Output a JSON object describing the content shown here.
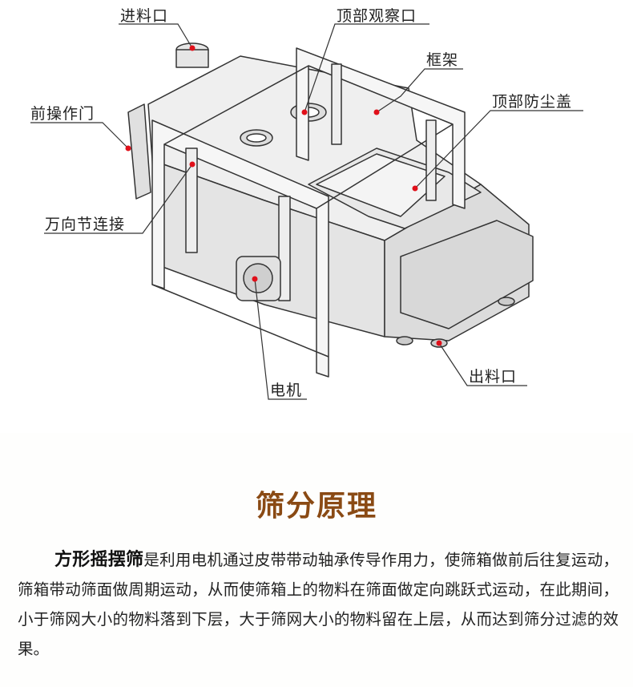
{
  "diagram": {
    "labels": {
      "feed_inlet": "进料口",
      "top_inspection_port": "顶部观察口",
      "frame": "框架",
      "top_dust_cover": "顶部防尘盖",
      "front_access_door": "前操作门",
      "universal_joint": "万向节连接",
      "motor": "电机",
      "discharge_outlet": "出料口"
    },
    "colors": {
      "marker": "#e0101a",
      "line": "#333333"
    }
  },
  "section": {
    "title": "筛分原理",
    "title_color": "#8a4a14",
    "lead": "方形摇摆筛",
    "body": "是利用电机通过皮带带动轴承传导作用力，使筛箱做前后往复运动，筛箱带动筛面做周期运动，从而使筛箱上的物料在筛面做定向跳跃式运动，在此期间，小于筛网大小的物料落到下层，大于筛网大小的物料留在上层，从而达到筛分过滤的效果。"
  }
}
